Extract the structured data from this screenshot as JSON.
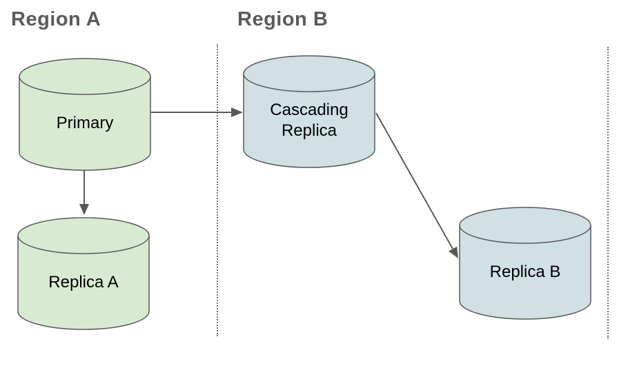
{
  "diagram": {
    "title_visible": false,
    "regions": [
      {
        "id": "region-a",
        "label": "Region A"
      },
      {
        "id": "region-b",
        "label": "Region B"
      }
    ],
    "nodes": [
      {
        "id": "primary",
        "label": "Primary",
        "shape": "database-cylinder",
        "region": "Region A",
        "fill": "#d9ead3"
      },
      {
        "id": "cascading-replica",
        "label": "Cascading Replica",
        "shape": "database-cylinder",
        "region": "Region B",
        "fill": "#d0e0e3"
      },
      {
        "id": "replica-a",
        "label": "Replica A",
        "shape": "database-cylinder",
        "region": "Region A",
        "fill": "#d9ead3"
      },
      {
        "id": "replica-b",
        "label": "Replica B",
        "shape": "database-cylinder",
        "region": "Region B",
        "fill": "#d0e0e3"
      }
    ],
    "edges": [
      {
        "from": "primary",
        "to": "cascading-replica",
        "direction": "right"
      },
      {
        "from": "primary",
        "to": "replica-a",
        "direction": "down"
      },
      {
        "from": "cascading-replica",
        "to": "replica-b",
        "direction": "down-right"
      }
    ],
    "colors": {
      "green_node_fill": "#d9ead3",
      "blue_node_fill": "#d0e0e3",
      "node_stroke": "#595959",
      "arrow": "#595959",
      "region_label_text": "#5b5b5b",
      "divider_dots": "#757575",
      "background": "#ffffff"
    }
  }
}
